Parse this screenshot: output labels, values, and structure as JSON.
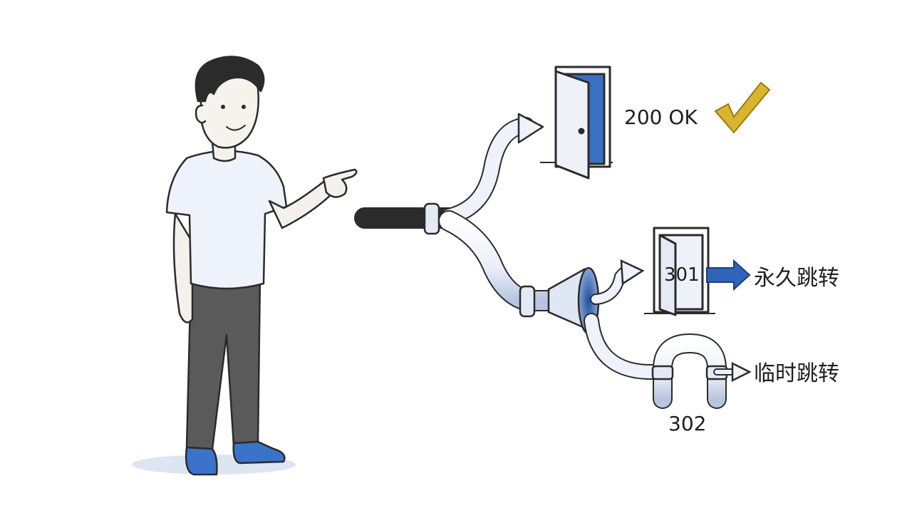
{
  "labels": {
    "ok": "200 OK",
    "code_301": "301",
    "text_301": "永久跳转",
    "code_302": "302",
    "text_302": "临时跳转"
  },
  "colors": {
    "ink": "#2b2b2b",
    "pipe": "#e8edf6",
    "pipe_shade": "#8fa3c8",
    "blue_accent": "#2f64b8",
    "door_interior": "#3a6fc2",
    "check_gold": "#c9a21a",
    "jeans": "#4a4a4a",
    "shoe_blue": "#3a73c9"
  },
  "icons": [
    "person-figure",
    "pipe-branch",
    "door-open-icon",
    "checkmark-icon",
    "door-half-open-icon",
    "arrow-right-icon",
    "u-bend-pipe-icon"
  ]
}
